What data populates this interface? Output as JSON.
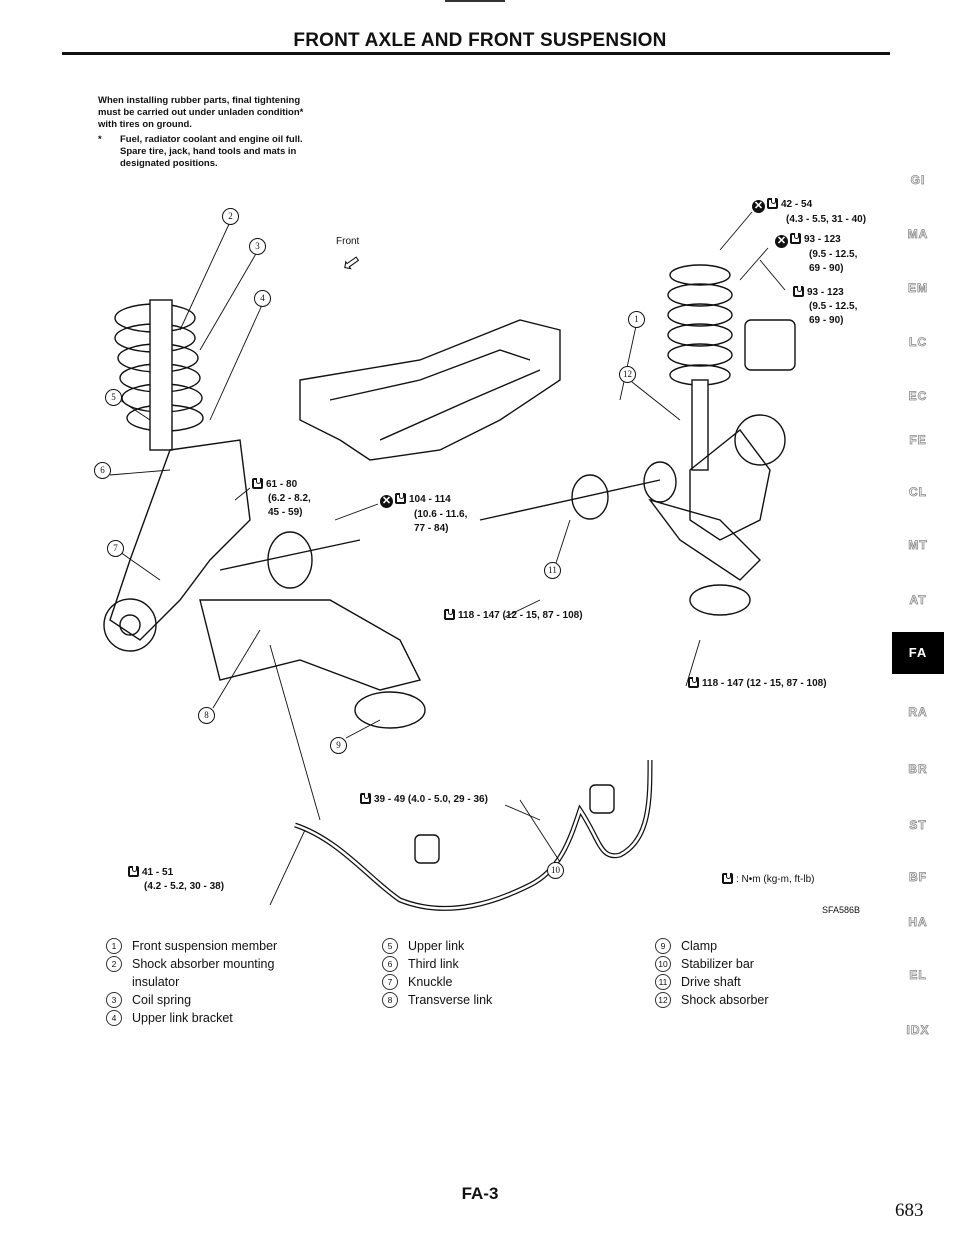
{
  "header": {
    "title": "FRONT AXLE AND FRONT SUSPENSION"
  },
  "note": {
    "main": [
      "When installing rubber parts, final tightening",
      "must be carried out under unladen condition*",
      "with tires on ground."
    ],
    "asterisk": "*",
    "sub": [
      "Fuel, radiator coolant and engine oil full.",
      "Spare tire, jack, hand tools and mats in",
      "designated positions."
    ]
  },
  "diagram": {
    "front_label": "Front",
    "figure_id": "SFA586B",
    "unit_legend": ": N•m (kg-m, ft-lb)",
    "callouts": [
      "1",
      "2",
      "3",
      "4",
      "5",
      "6",
      "7",
      "8",
      "9",
      "10",
      "11",
      "12"
    ],
    "torques": [
      {
        "id": "t1",
        "lines": [
          "42 - 54",
          "(4.3 - 5.5, 31 - 40)"
        ],
        "replace": true
      },
      {
        "id": "t2",
        "lines": [
          "93 - 123",
          "(9.5 - 12.5,",
          "69 - 90)"
        ],
        "replace": true
      },
      {
        "id": "t3",
        "lines": [
          "93 - 123",
          "(9.5 - 12.5,",
          "69 - 90)"
        ],
        "replace": false
      },
      {
        "id": "t4",
        "lines": [
          "61 - 80",
          "(6.2 - 8.2,",
          "45 - 59)"
        ],
        "replace": false
      },
      {
        "id": "t5",
        "lines": [
          "104 - 114",
          "(10.6 - 11.6,",
          "77 - 84)"
        ],
        "replace": true
      },
      {
        "id": "t6",
        "lines": [
          "118 - 147 (12 - 15, 87 - 108)"
        ],
        "replace": false
      },
      {
        "id": "t7",
        "lines": [
          "118 - 147 (12 - 15, 87 - 108)"
        ],
        "replace": false
      },
      {
        "id": "t8",
        "lines": [
          "39 - 49 (4.0 - 5.0, 29 - 36)"
        ],
        "replace": false
      },
      {
        "id": "t9",
        "lines": [
          "41 - 51",
          "(4.2 - 5.2, 30 - 38)"
        ],
        "replace": false
      }
    ]
  },
  "legend": [
    {
      "num": "1",
      "label": "Front suspension member"
    },
    {
      "num": "2",
      "label": "Shock absorber mounting",
      "cont": "insulator"
    },
    {
      "num": "3",
      "label": "Coil spring"
    },
    {
      "num": "4",
      "label": "Upper link bracket"
    },
    {
      "num": "5",
      "label": "Upper link"
    },
    {
      "num": "6",
      "label": "Third link"
    },
    {
      "num": "7",
      "label": "Knuckle"
    },
    {
      "num": "8",
      "label": "Transverse link"
    },
    {
      "num": "9",
      "label": "Clamp"
    },
    {
      "num": "10",
      "label": "Stabilizer bar"
    },
    {
      "num": "11",
      "label": "Drive shaft"
    },
    {
      "num": "12",
      "label": "Shock absorber"
    }
  ],
  "side_tabs": [
    "GI",
    "MA",
    "EM",
    "LC",
    "EC",
    "FE",
    "CL",
    "MT",
    "AT",
    "FA",
    "RA",
    "BR",
    "ST",
    "BF",
    "HA",
    "EL",
    "IDX"
  ],
  "active_tab": "FA",
  "footer": {
    "page_code": "FA-3",
    "page_number": "683"
  }
}
